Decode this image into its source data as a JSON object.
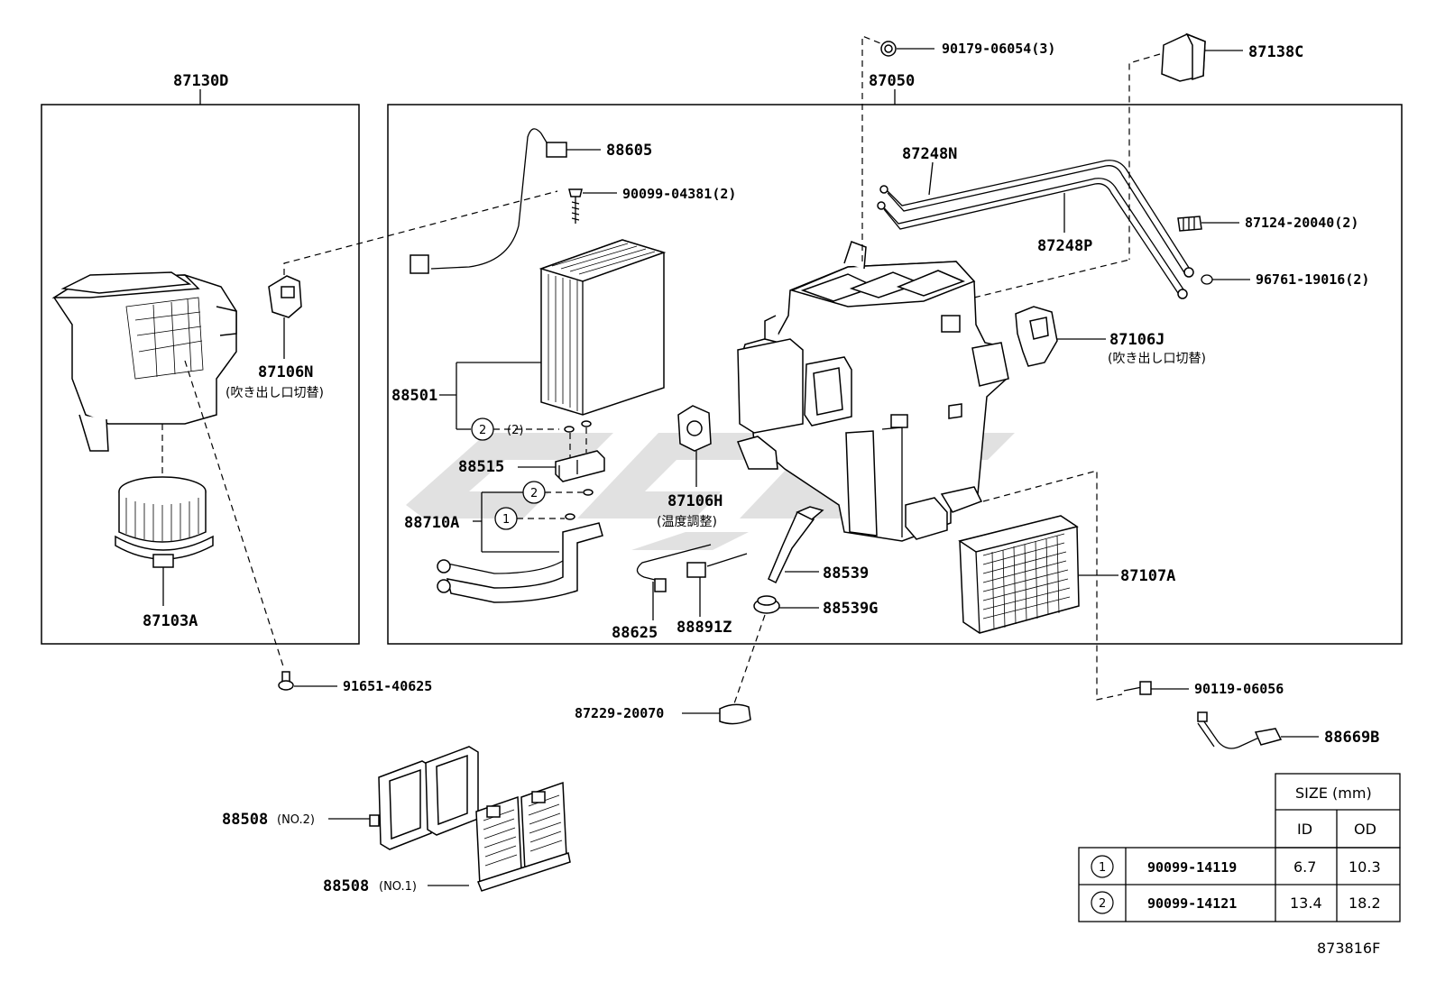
{
  "assemblies": {
    "left_box": "87130D",
    "main_box": "87050"
  },
  "parts": {
    "p87103A": "87103A",
    "p87106N": "87106N",
    "p87106N_note": "(吹き出し口切替)",
    "p91651": "91651-40625",
    "p88605": "88605",
    "p90099_04381": "90099-04381(2)",
    "p88501": "88501",
    "p88515": "88515",
    "p88710A": "88710A",
    "p87106H": "87106H",
    "p87106H_note": "(温度調整)",
    "p88625": "88625",
    "p88891Z": "88891Z",
    "p88539": "88539",
    "p88539G": "88539G",
    "p87229": "87229-20070",
    "p90179": "90179-06054(3)",
    "p87138C": "87138C",
    "p87248N": "87248N",
    "p87248P": "87248P",
    "p87124": "87124-20040(2)",
    "p96761": "96761-19016(2)",
    "p87106J": "87106J",
    "p87106J_note": "(吹き出し口切替)",
    "p87107A": "87107A",
    "p90119": "90119-06056",
    "p88669B": "88669B",
    "p88508_2": "88508",
    "p88508_2_note": "(NO.2)",
    "p88508_1": "88508",
    "p88508_1_note": "(NO.1)",
    "callout_2_qty": "(2)",
    "callout1": "1",
    "callout2": "2"
  },
  "size_table": {
    "header": "SIZE (mm)",
    "col_id": "ID",
    "col_od": "OD",
    "rows": [
      {
        "mark": "1",
        "part": "90099-14119",
        "id": "6.7",
        "od": "10.3"
      },
      {
        "mark": "2",
        "part": "90099-14121",
        "id": "13.4",
        "od": "18.2"
      }
    ]
  },
  "figure_code": "873816F"
}
